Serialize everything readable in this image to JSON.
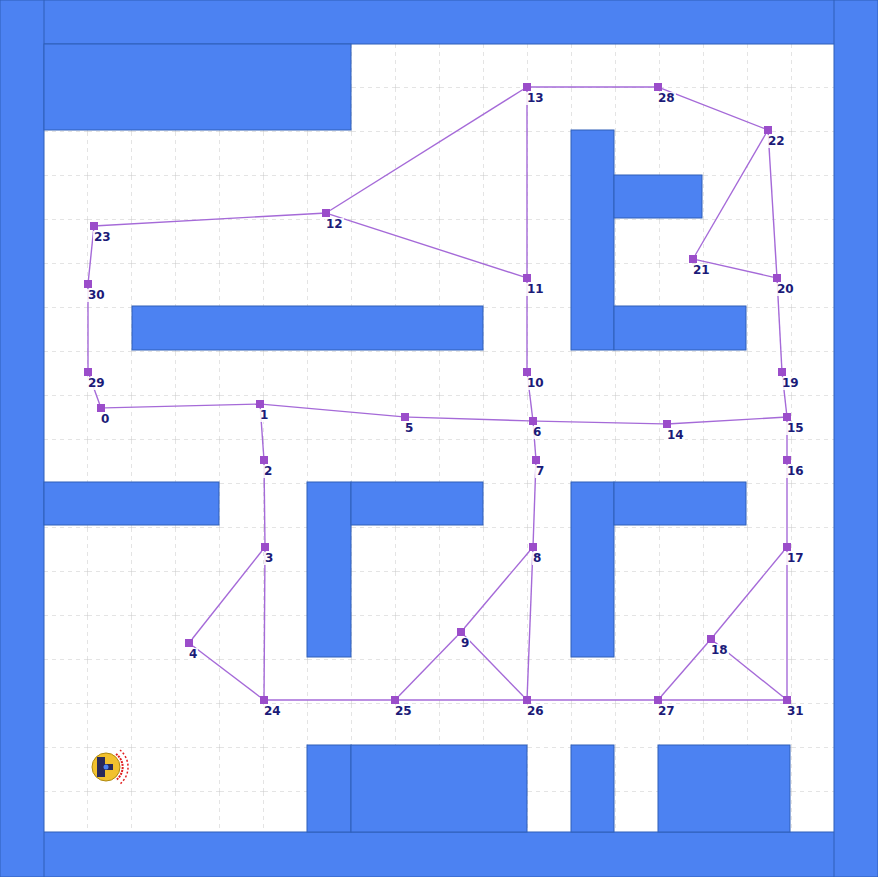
{
  "diagram": {
    "nodes": [
      {
        "text": [
          "0"
        ]
      },
      {
        "text": [
          "1"
        ]
      },
      {
        "text": [
          "2"
        ]
      },
      {
        "text": [
          "3"
        ]
      },
      {
        "text": [
          "4"
        ]
      },
      {
        "text": [
          "5"
        ]
      },
      {
        "text": [
          "6"
        ]
      },
      {
        "text": [
          "7"
        ]
      },
      {
        "text": [
          "8"
        ]
      },
      {
        "text": [
          "9"
        ]
      },
      {
        "text": [
          "10"
        ]
      },
      {
        "text": [
          "11"
        ]
      },
      {
        "text": [
          "12"
        ]
      },
      {
        "text": [
          "13"
        ]
      },
      {
        "text": [
          "14"
        ]
      },
      {
        "text": [
          "15"
        ]
      },
      {
        "text": [
          "16"
        ]
      },
      {
        "text": [
          "17"
        ]
      },
      {
        "text": [
          "18"
        ]
      },
      {
        "text": [
          "19"
        ]
      },
      {
        "text": [
          "20"
        ]
      },
      {
        "text": [
          "21"
        ]
      },
      {
        "text": [
          "22"
        ]
      },
      {
        "text": [
          "23"
        ]
      },
      {
        "text": [
          "24"
        ]
      },
      {
        "text": [
          "25"
        ]
      },
      {
        "text": [
          "26"
        ]
      },
      {
        "text": [
          "27"
        ]
      },
      {
        "text": [
          "28"
        ]
      },
      {
        "text": [
          "29"
        ]
      },
      {
        "text": [
          "30"
        ]
      },
      {
        "text": [
          "31"
        ]
      }
    ],
    "edges": [
      {
        "from": 0,
        "to": 1,
        "arrow": "none"
      },
      {
        "from": 1,
        "to": 5,
        "arrow": "none"
      },
      {
        "from": 5,
        "to": 6,
        "arrow": "none"
      },
      {
        "from": 6,
        "to": 14,
        "arrow": "none"
      },
      {
        "from": 14,
        "to": 15,
        "arrow": "none"
      },
      {
        "from": 0,
        "to": 29,
        "arrow": "none"
      },
      {
        "from": 29,
        "to": 30,
        "arrow": "none"
      },
      {
        "from": 30,
        "to": 23,
        "arrow": "none"
      },
      {
        "from": 23,
        "to": 12,
        "arrow": "none"
      },
      {
        "from": 12,
        "to": 13,
        "arrow": "none"
      },
      {
        "from": 12,
        "to": 11,
        "arrow": "none"
      },
      {
        "from": 13,
        "to": 11,
        "arrow": "none"
      },
      {
        "from": 13,
        "to": 28,
        "arrow": "none"
      },
      {
        "from": 28,
        "to": 22,
        "arrow": "none"
      },
      {
        "from": 22,
        "to": 21,
        "arrow": "none"
      },
      {
        "from": 22,
        "to": 20,
        "arrow": "none"
      },
      {
        "from": 21,
        "to": 20,
        "arrow": "none"
      },
      {
        "from": 20,
        "to": 19,
        "arrow": "none"
      },
      {
        "from": 19,
        "to": 15,
        "arrow": "none"
      },
      {
        "from": 15,
        "to": 16,
        "arrow": "none"
      },
      {
        "from": 16,
        "to": 17,
        "arrow": "none"
      },
      {
        "from": 17,
        "to": 18,
        "arrow": "none"
      },
      {
        "from": 17,
        "to": 31,
        "arrow": "none"
      },
      {
        "from": 18,
        "to": 31,
        "arrow": "none"
      },
      {
        "from": 18,
        "to": 27,
        "arrow": "none"
      },
      {
        "from": 27,
        "to": 31,
        "arrow": "none"
      },
      {
        "from": 26,
        "to": 27,
        "arrow": "none"
      },
      {
        "from": 25,
        "to": 26,
        "arrow": "none"
      },
      {
        "from": 24,
        "to": 25,
        "arrow": "none"
      },
      {
        "from": 9,
        "to": 25,
        "arrow": "none"
      },
      {
        "from": 9,
        "to": 26,
        "arrow": "none"
      },
      {
        "from": 8,
        "to": 9,
        "arrow": "none"
      },
      {
        "from": 8,
        "to": 26,
        "arrow": "none"
      },
      {
        "from": 7,
        "to": 8,
        "arrow": "none"
      },
      {
        "from": 6,
        "to": 7,
        "arrow": "none"
      },
      {
        "from": 6,
        "to": 10,
        "arrow": "none"
      },
      {
        "from": 10,
        "to": 11,
        "arrow": "none"
      },
      {
        "from": 1,
        "to": 2,
        "arrow": "none"
      },
      {
        "from": 2,
        "to": 3,
        "arrow": "none"
      },
      {
        "from": 3,
        "to": 4,
        "arrow": "none"
      },
      {
        "from": 3,
        "to": 24,
        "arrow": "none"
      },
      {
        "from": 4,
        "to": 24,
        "arrow": "none"
      }
    ]
  }
}
